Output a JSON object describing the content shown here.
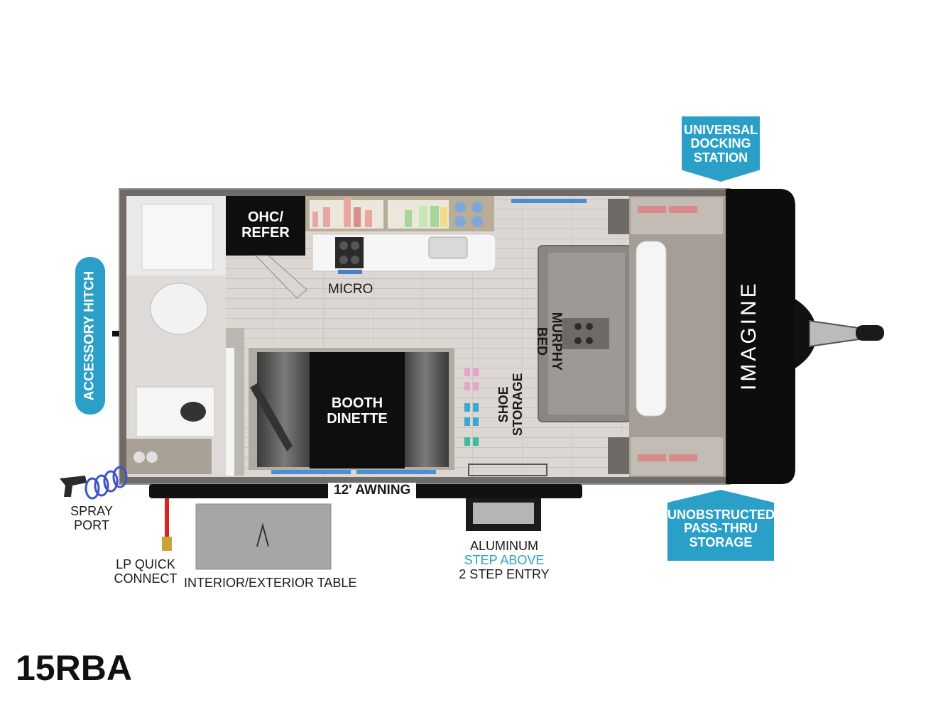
{
  "model": "15RBA",
  "brand_logo_text": "IMAGINE",
  "rooms": {
    "ohc_refer": [
      "OHC/",
      "REFER"
    ],
    "micro": "MICRO",
    "booth_dinette": [
      "BOOTH",
      "DINETTE"
    ],
    "murphy_bed": "MURPHY BED",
    "shoe_storage": [
      "SHOE",
      "STORAGE"
    ]
  },
  "exterior": {
    "awning": "12' AWNING",
    "spray_port": [
      "SPRAY",
      "PORT"
    ],
    "lp_quick_connect": [
      "LP QUICK",
      "CONNECT"
    ],
    "table": "INTERIOR/EXTERIOR TABLE",
    "step_line1": "ALUMINUM",
    "step_line2": "STEP ABOVE",
    "step_line3": "2 STEP ENTRY"
  },
  "callouts": {
    "accessory_hitch": "ACCESSORY HITCH",
    "universal_docking": [
      "UNIVERSAL",
      "DOCKING",
      "STATION"
    ],
    "pass_thru": [
      "UNOBSTRUCTED",
      "PASS-THRU",
      "STORAGE"
    ]
  },
  "colors": {
    "callout_blue": "#2aa0c9",
    "step_text_blue": "#2aa0c9",
    "cap_black": "#0d0d0d"
  }
}
